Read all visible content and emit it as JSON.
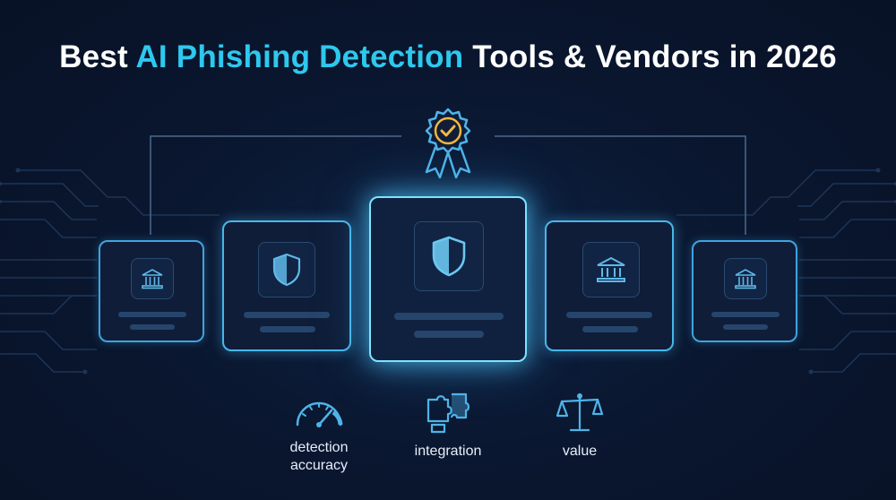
{
  "title": {
    "part1": "Best ",
    "highlight": "AI Phishing Detection",
    "part2": " Tools & Vendors in 2026"
  },
  "colors": {
    "accent": "#2ec8ee",
    "card_border": "#49b6ea",
    "card_glow": "#7fe3ff",
    "icon_stroke": "#4fb3e8",
    "badge_gold": "#f2b640"
  },
  "badge": {
    "icon": "award-ribbon-check-icon"
  },
  "cards": [
    {
      "icon": "bank-building-icon"
    },
    {
      "icon": "shield-icon"
    },
    {
      "icon": "shield-icon"
    },
    {
      "icon": "bank-building-icon"
    },
    {
      "icon": "bank-building-icon"
    }
  ],
  "features": [
    {
      "icon": "speedometer-icon",
      "line1": "detection",
      "line2": "accuracy"
    },
    {
      "icon": "puzzle-pieces-icon",
      "line1": "integration",
      "line2": ""
    },
    {
      "icon": "balance-scale-icon",
      "line1": "value",
      "line2": ""
    }
  ]
}
